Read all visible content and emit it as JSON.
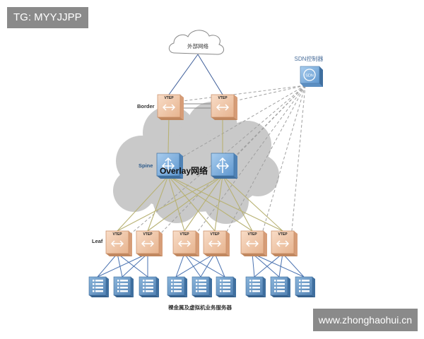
{
  "tag": "TG: MYYJJPP",
  "watermark": "www.zhonghaohui.cn",
  "labels": {
    "external_network": "外部网络",
    "sdn_controller": "SDN控制器",
    "sdn_icon_text": "SDN",
    "border": "Border",
    "spine": "Spine",
    "overlay": "Overlay网络",
    "leaf": "Leaf",
    "servers": "裸金属及虚拟机业务服务器",
    "vtep": "VTEP"
  },
  "colors": {
    "cloud_fill": "#c9c9c9",
    "border_switch": "#f0c9ad",
    "spine_switch": "#7fb0dc",
    "server": "#6f9ec8",
    "server_link": "#4a72b0",
    "fabric_link": "#b8b274",
    "sdn_link": "#a0a0a0"
  }
}
